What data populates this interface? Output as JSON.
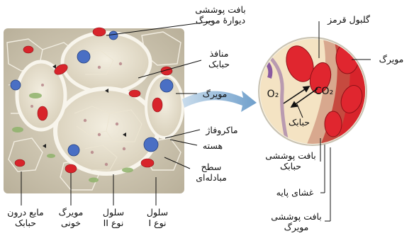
{
  "labels": {
    "alveolar_epithelium_wall": [
      "بافت پوششی",
      "دیوارۀ مویرگ"
    ],
    "alveolar_pores": [
      "منافذ",
      "حبابک"
    ],
    "capillary": "مویرگ",
    "macrophage": "ماکروفاژ",
    "nucleus": "هسته",
    "exchange_surface": [
      "سطح",
      "مبادله‌ای"
    ],
    "type_1_cell": [
      "سلول",
      "نوع I"
    ],
    "type_2_cell": [
      "سلول",
      "نوع II"
    ],
    "blood_capillary": [
      "مویرگ",
      "خونی"
    ],
    "alveolar_fluid": [
      "مایع درون",
      "حبابک"
    ],
    "red_blood_cell": "گلبول قرمز",
    "capillary_right": "مویرگ",
    "alveolus": "حبابک",
    "o2": "O₂",
    "co2": "CO₂",
    "alveolar_epithelium": [
      "بافت پوششی",
      "حبابک"
    ],
    "basement_membrane": "غشای پایه",
    "capillary_epithelium": [
      "بافت پوششی",
      "مویرگ"
    ]
  },
  "colors": {
    "tissue": "#d9d2bf",
    "cell_wall": "#efe8d6",
    "blood_red": "#d8242b",
    "macrophage_blue": "#4a6fc4",
    "arrow_blue": "#8fb6d9",
    "circle_bg": "#f4e3c3"
  }
}
